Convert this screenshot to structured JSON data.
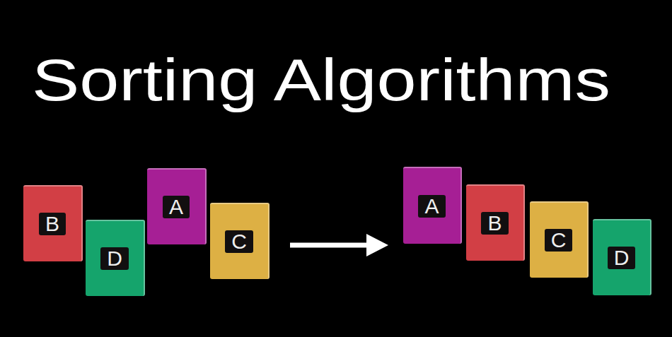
{
  "diagram": {
    "title": "Sorting Algorithms",
    "nodes": [
      {
        "text": [
          "B"
        ]
      },
      {
        "text": [
          "D"
        ]
      },
      {
        "text": [
          "A"
        ]
      },
      {
        "text": [
          "C"
        ]
      },
      {
        "text": [
          "A"
        ]
      },
      {
        "text": [
          "B"
        ]
      },
      {
        "text": [
          "C"
        ]
      },
      {
        "text": [
          "D"
        ]
      }
    ]
  }
}
